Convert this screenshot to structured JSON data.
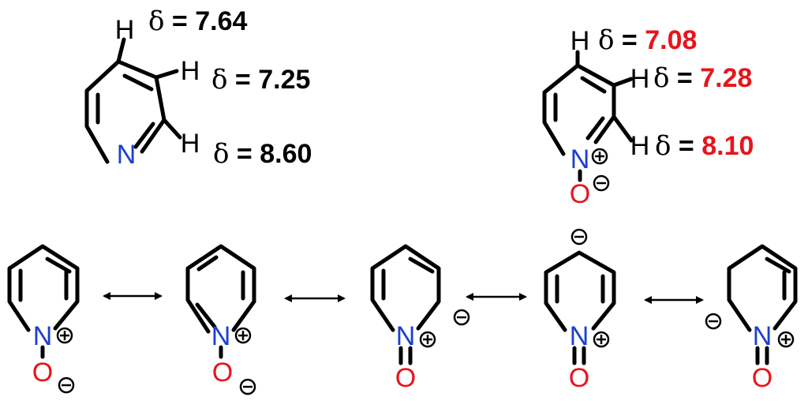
{
  "colors": {
    "nitrogen": "#1a3fd0",
    "oxygen": "#e8141c",
    "highlight": "#e8141c",
    "bond": "#000000"
  },
  "atoms": {
    "n": "N",
    "o": "O",
    "h": "H"
  },
  "delta_symbol": "δ",
  "equals": " = ",
  "pyridine": {
    "shift_h4": "7.64",
    "shift_h3": "7.25",
    "shift_h2": "8.60"
  },
  "pyridine_n_oxide": {
    "shift_h4": "7.08",
    "shift_h3": "7.28",
    "shift_h2": "8.10"
  },
  "resonance_structures": 5
}
